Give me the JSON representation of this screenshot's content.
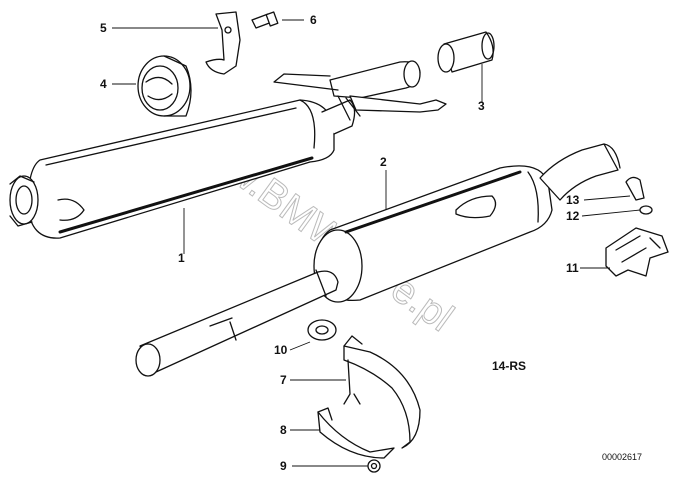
{
  "callouts": [
    {
      "id": "1",
      "label": "1"
    },
    {
      "id": "2",
      "label": "2"
    },
    {
      "id": "3",
      "label": "3"
    },
    {
      "id": "4",
      "label": "4"
    },
    {
      "id": "5",
      "label": "5"
    },
    {
      "id": "6",
      "label": "6"
    },
    {
      "id": "7",
      "label": "7"
    },
    {
      "id": "8",
      "label": "8"
    },
    {
      "id": "9",
      "label": "9"
    },
    {
      "id": "10",
      "label": "10"
    },
    {
      "id": "11",
      "label": "11"
    },
    {
      "id": "12",
      "label": "12"
    },
    {
      "id": "13",
      "label": "13"
    }
  ],
  "watermark": "www.BMWstore.pl",
  "code": "14-RS",
  "drawing_number": "00002617"
}
